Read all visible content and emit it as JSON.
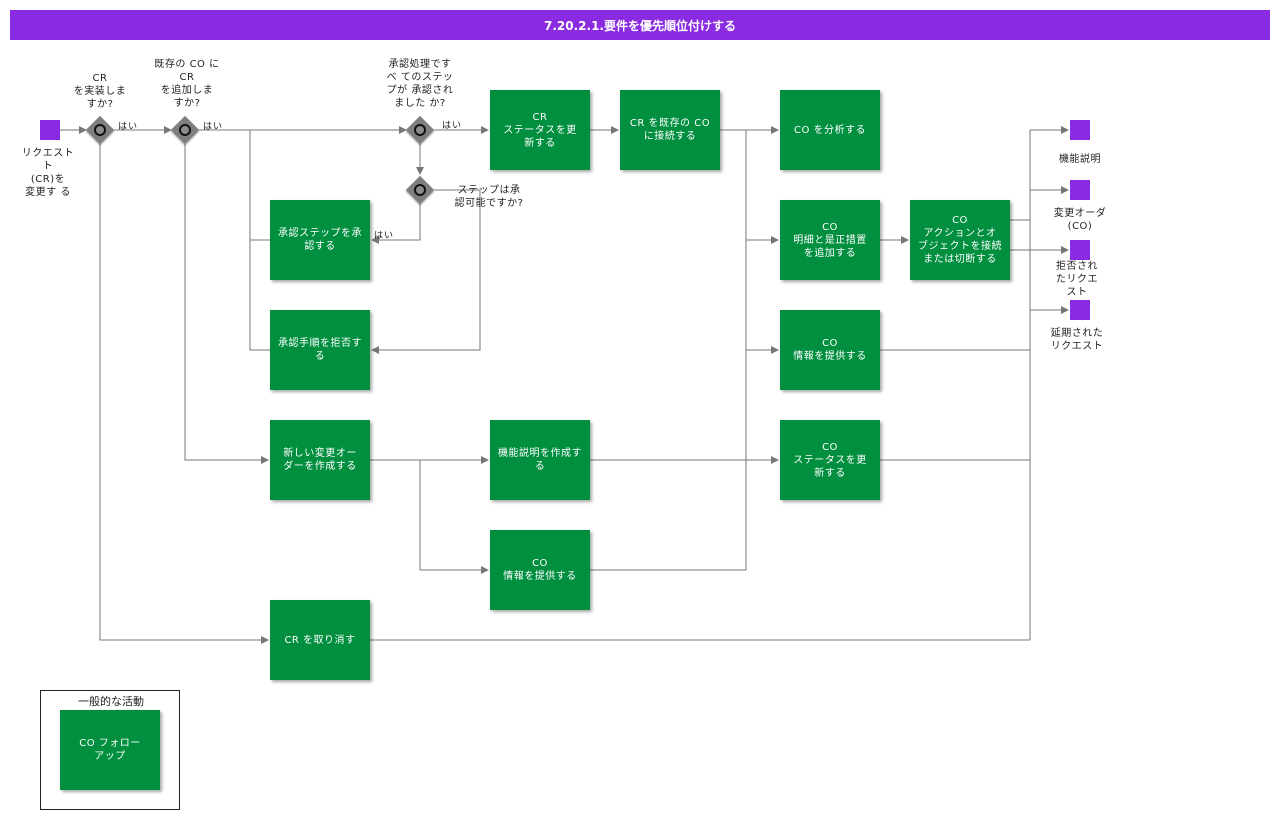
{
  "header": {
    "title": "7.20.2.1.要件を優先順位付けする"
  },
  "events": {
    "start": "リクエスト\nト\n(CR)を\n変更す る",
    "end_spec": "機能説明",
    "end_co": "変更オーダ\n(CO)",
    "end_rejected": "拒否され\nたリクエ\nスト",
    "end_deferred": "延期された\nリクエスト"
  },
  "gateways": {
    "implement_cr": "CR\nを実装しま\nすか?",
    "add_to_co": "既存の CO に\nCR\nを追加しま\nすか?",
    "all_approved": "承認処理です\nべ てのステッ\nプが 承認され\nました か?",
    "step_approvable": "ステップは承\n認可能ですか?"
  },
  "yes_labels": {
    "g1": "はい",
    "g2": "はい",
    "g3": "はい",
    "g4": "はい"
  },
  "tasks": {
    "update_cr_status": "CR\nステータスを更\n新する",
    "connect_cr_to_co": "CR を既存の CO\nに接続する",
    "analyze_co": "CO を分析する",
    "approve_step": "承認ステップを承\n認する",
    "reject_step": "承認手順を拒否す\nる",
    "add_details": "CO\n明細と是正措置\nを追加する",
    "connect_actions": "CO\nアクションとオ\nブジェクトを接続\nまたは切断する",
    "provide_info_co": "CO\n情報を提供する",
    "create_new_co": "新しい変更オー\nダーを作成する",
    "create_spec": "機能説明を作成す\nる",
    "update_co_status": "CO\nステータスを更\n新する",
    "provide_info_co2": "CO\n情報を提供する",
    "cancel_cr": "CR を取り消す"
  },
  "legend": {
    "title": "一般的な活動",
    "task": "CO フォロー\nアップ"
  },
  "colors": {
    "header": "#8a2be2",
    "task": "#008e3f",
    "event": "#8a2be2",
    "gateway": "#7f7f7f",
    "connector": "#777777"
  }
}
